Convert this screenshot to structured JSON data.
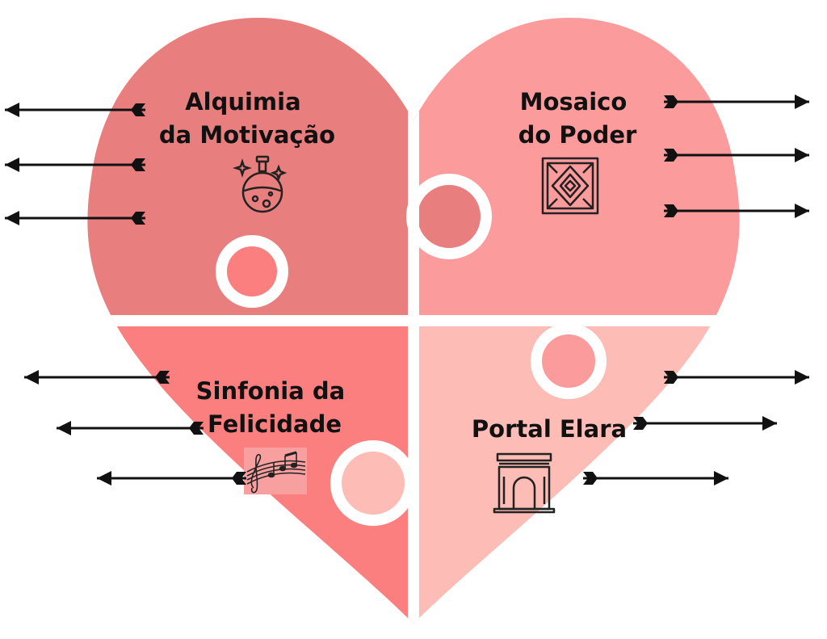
{
  "colors": {
    "background": "#ffffff",
    "gap": "#ffffff",
    "arrow": "#111111",
    "icon": "#222222"
  },
  "pieces": [
    {
      "id": "top-left",
      "title_lines": [
        "Alquimia",
        "da Motivação"
      ],
      "color": "#e87f7e",
      "icon": "potion-flask-icon",
      "arrow_direction": "left",
      "arrow_count": 3
    },
    {
      "id": "top-right",
      "title_lines": [
        "Mosaico",
        "do Poder"
      ],
      "color": "#fc9b9c",
      "icon": "mosaic-tile-icon",
      "arrow_direction": "right",
      "arrow_count": 3
    },
    {
      "id": "bottom-left",
      "title_lines": [
        "Sinfonia da",
        "Felicidade"
      ],
      "color": "#fc7f80",
      "icon": "music-notes-icon",
      "arrow_direction": "left",
      "arrow_count": 3
    },
    {
      "id": "bottom-right",
      "title_lines": [
        "Portal Elara"
      ],
      "color": "#fdbcb6",
      "icon": "triumphal-arch-icon",
      "arrow_direction": "right",
      "arrow_count": 3
    }
  ]
}
